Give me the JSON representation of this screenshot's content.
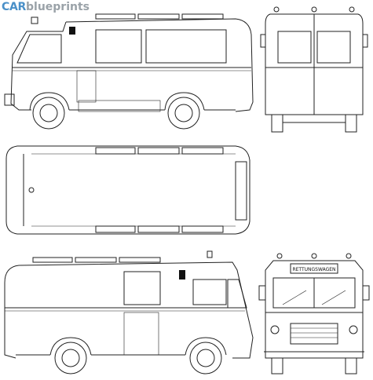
{
  "logo": {
    "brand": "CAR",
    "rest": "blueprints"
  },
  "rear_sign": {
    "text": "RETTUNGSWAGEN"
  },
  "colors": {
    "brand": "#4a90c8",
    "rest": "#9aa2a8",
    "line": "#222222"
  }
}
